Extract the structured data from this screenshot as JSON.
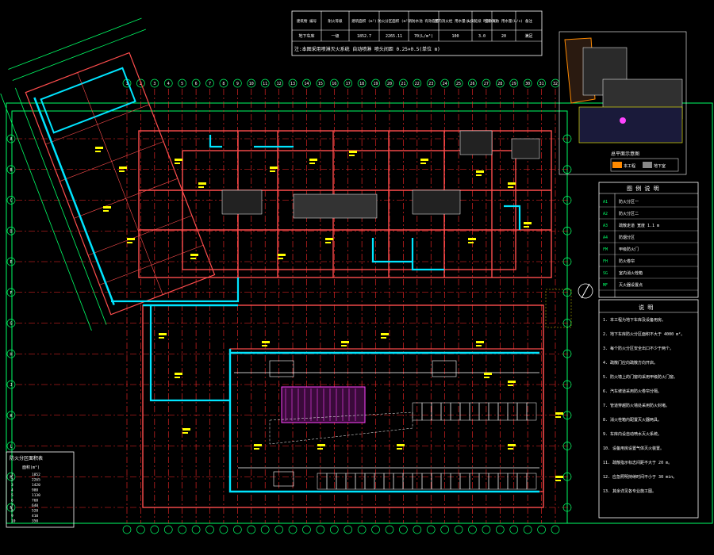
{
  "summary_table": {
    "header": [
      "建筑物 编号",
      "耐火等级",
      "建筑面积 (m²)",
      "防火分区面积 (m²)",
      "消防水池 有效容积",
      "室内消火栓 用水量(L/s)",
      "火灾延续 时间(h)",
      "室外消防 用水量(L/s)",
      "备注"
    ],
    "row": [
      "地下车库",
      "一级",
      "1852.7",
      "2265.11",
      "70(L/m³)",
      "100",
      "3.0",
      "20",
      "满足"
    ],
    "note": "注:本图采用喷淋灭火系统 自动喷淋 喷头间距 0.25×0.5(单位 m)"
  },
  "grid_labels": {
    "top": [
      "1",
      "2",
      "3",
      "4",
      "5",
      "6",
      "7",
      "8",
      "9",
      "10",
      "11",
      "12",
      "13",
      "14",
      "15",
      "16",
      "17",
      "18",
      "19",
      "20",
      "21",
      "22",
      "23",
      "24",
      "25",
      "26",
      "27",
      "28",
      "29",
      "30",
      "31",
      "32"
    ],
    "left": [
      "A",
      "B",
      "C",
      "D",
      "E",
      "F",
      "G",
      "H",
      "J",
      "K",
      "L",
      "M",
      "N"
    ]
  },
  "legend": {
    "title": "图 例 说 明",
    "rows": [
      [
        "A1",
        "防火分区一"
      ],
      [
        "A2",
        "防火分区二"
      ],
      [
        "A3",
        "疏散走道 宽度 1.1 m"
      ],
      [
        "A4",
        "防烟分区"
      ],
      [
        "FM",
        "甲级防火门"
      ],
      [
        "FH",
        "防火卷帘"
      ],
      [
        "SG",
        "室内消火栓箱"
      ],
      [
        "MF",
        "灭火器设置点"
      ]
    ]
  },
  "notes": {
    "title": "说 明",
    "lines": [
      "1. 本工程为地下车库及设备用房。",
      "2. 地下车库防火分区面积不大于 4000 m²。",
      "3. 每个防火分区安全出口不少于两个。",
      "4. 疏散门应向疏散方向开启。",
      "5. 防火墙上的门窗均采用甲级防火门窗。",
      "6. 汽车坡道采用防火卷帘分隔。",
      "7. 管道穿越防火墙处采用防火封堵。",
      "8. 消火栓箱内配置灭火器两具。",
      "9. 车库内设自动喷水灭火系统。",
      "10. 设备用房设置气体灭火装置。",
      "11. 疏散指示标志间距不大于 20 m。",
      "12. 应急照明持续时间不小于 30 min。",
      "13. 其余详见各专业施工图。"
    ]
  },
  "bottom_left_table": {
    "title": "防火分区面积表",
    "subtitle": "面积(m²)",
    "rows": [
      [
        "1",
        "1852"
      ],
      [
        "2",
        "2265"
      ],
      [
        "3",
        "1420"
      ],
      [
        "4",
        "980"
      ],
      [
        "5",
        "1130"
      ],
      [
        "6",
        "760"
      ],
      [
        "7",
        "640"
      ],
      [
        "8",
        "520"
      ],
      [
        "9",
        "410"
      ],
      [
        "10",
        "350"
      ]
    ]
  },
  "key_plan": {
    "title": "总平面示意图",
    "legend": [
      "本工程",
      "地下室"
    ]
  },
  "colors": {
    "background": "#000000",
    "grid": "#ff2a2a",
    "wall": "#ff4d4d",
    "frame": "#00ff66",
    "text": "#ffffff",
    "annotation": "#ffff00",
    "fire_corridor": "#00e5ff",
    "stair_fill": "#ff44ff",
    "accent": "#ff8a00"
  }
}
